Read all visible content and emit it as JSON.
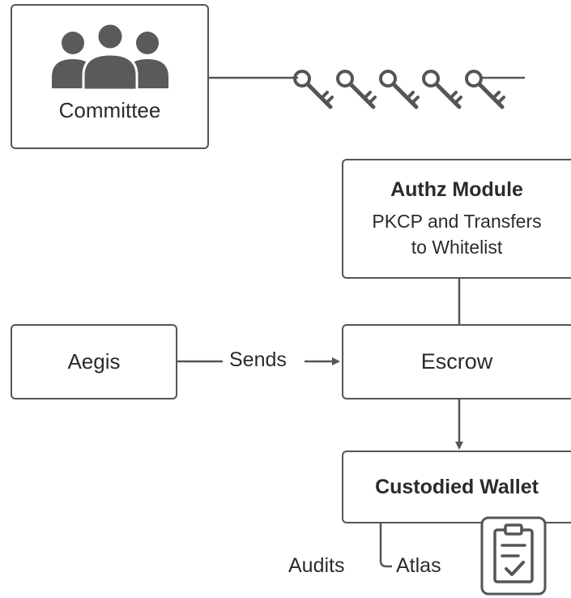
{
  "nodes": {
    "committee": {
      "label": "Committee",
      "icon": "people-group-icon"
    },
    "authz": {
      "title": "Authz Module",
      "subtitle_line1": "PKCP and Transfers",
      "subtitle_line2": "to Whitelist"
    },
    "aegis": {
      "label": "Aegis"
    },
    "escrow": {
      "label": "Escrow"
    },
    "wallet": {
      "label": "Custodied Wallet"
    }
  },
  "edges": {
    "aegis_to_escrow": "Sends",
    "audits": "Audits",
    "atlas": "Atlas"
  },
  "icons": {
    "keys": [
      "key-icon",
      "key-icon",
      "key-icon",
      "key-icon",
      "key-icon"
    ],
    "clipboard": "clipboard-check-icon"
  },
  "colors": {
    "stroke": "#555555",
    "icon_fill": "#5a5a5a",
    "text": "#2b2b2b"
  }
}
